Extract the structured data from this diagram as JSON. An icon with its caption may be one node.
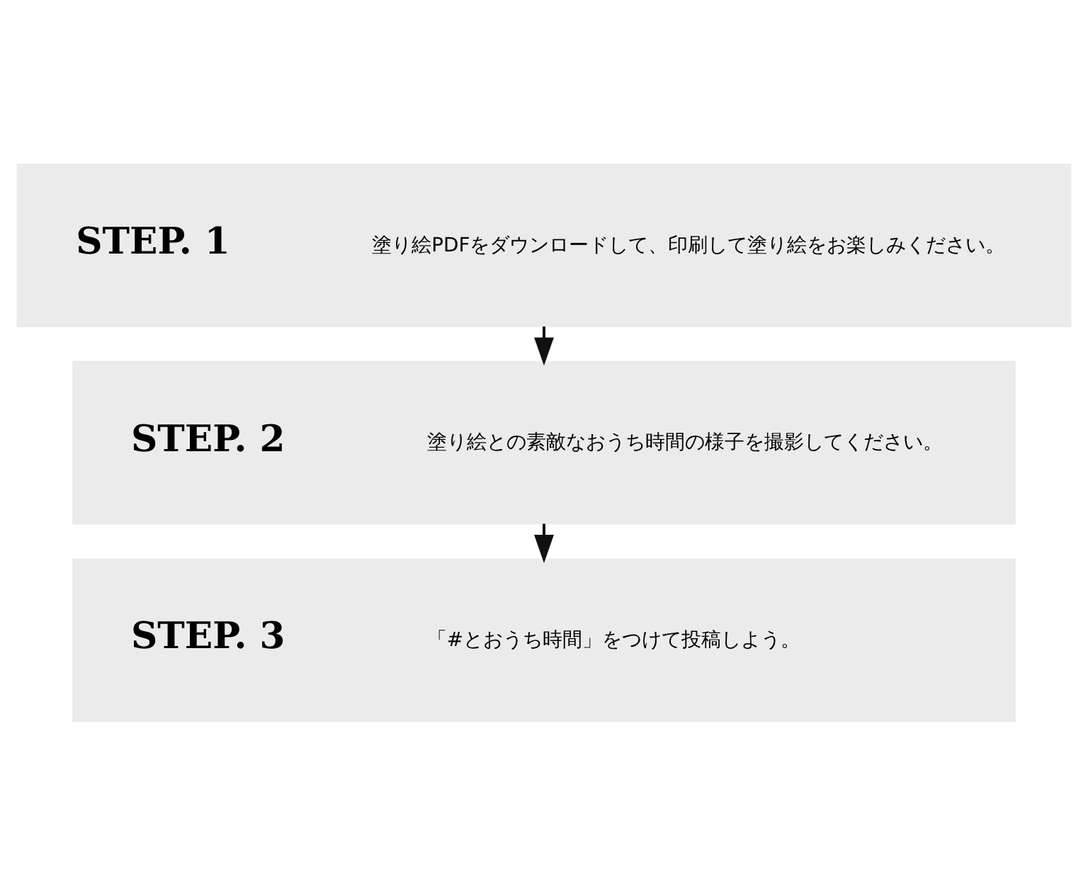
{
  "diagram": {
    "nodes": [
      {
        "text": [
          "STEP. 1",
          "塗り絵PDFをダウンロードして、印刷して塗り絵をお楽しみください。"
        ]
      },
      {
        "text": [
          "STEP. 2",
          "塗り絵との素敵なおうち時間の様子を撮影してください。"
        ]
      },
      {
        "text": [
          "STEP. 3",
          "「#とおうち時間」をつけて投稿しよう。"
        ]
      }
    ],
    "edges": [
      {
        "from": 0,
        "to": 1,
        "arrow": "to"
      },
      {
        "from": 1,
        "to": 2,
        "arrow": "to"
      }
    ]
  }
}
